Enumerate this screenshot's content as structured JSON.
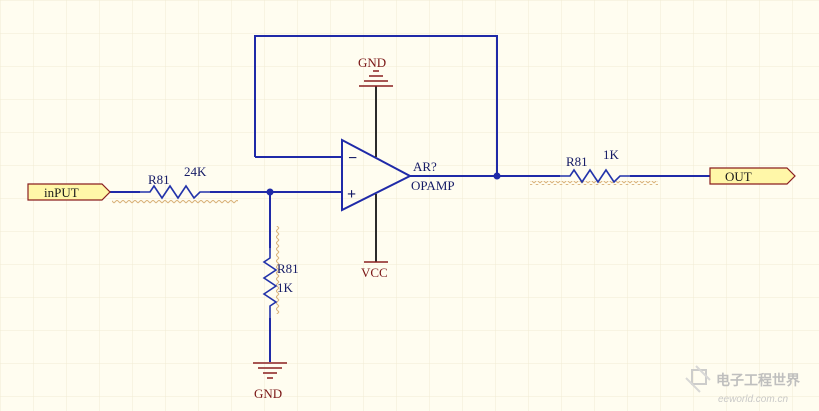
{
  "input_port": {
    "label": "inPUT"
  },
  "output_port": {
    "label": "OUT"
  },
  "r_in": {
    "designator": "R81",
    "value": "24K"
  },
  "r_shunt": {
    "designator": "R81",
    "value": "1K"
  },
  "r_out": {
    "designator": "R81",
    "value": "1K"
  },
  "opamp": {
    "designator": "AR?",
    "part": "OPAMP",
    "minus": "−",
    "plus": "+"
  },
  "power": {
    "gnd_top": "GND",
    "vcc": "VCC",
    "gnd_bottom": "GND"
  },
  "watermark": {
    "brand": "电子工程世界",
    "url": "eeworld.com.cn"
  },
  "colors": {
    "background": "#fffdf0",
    "wire": "#1f2aa8",
    "power": "#8a1f1f",
    "port_fill": "#fff7a8"
  }
}
